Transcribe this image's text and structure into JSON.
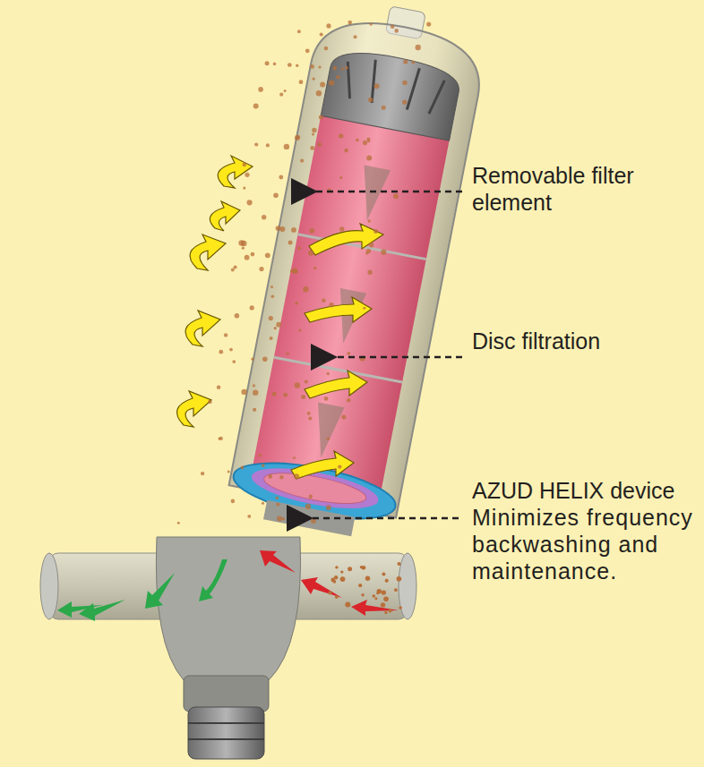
{
  "diagram": {
    "labels": [
      "Removable filter element",
      "Disc filtration",
      "AZUD HELIX device",
      "Minimizes frequency backwashing and maintenance."
    ]
  }
}
